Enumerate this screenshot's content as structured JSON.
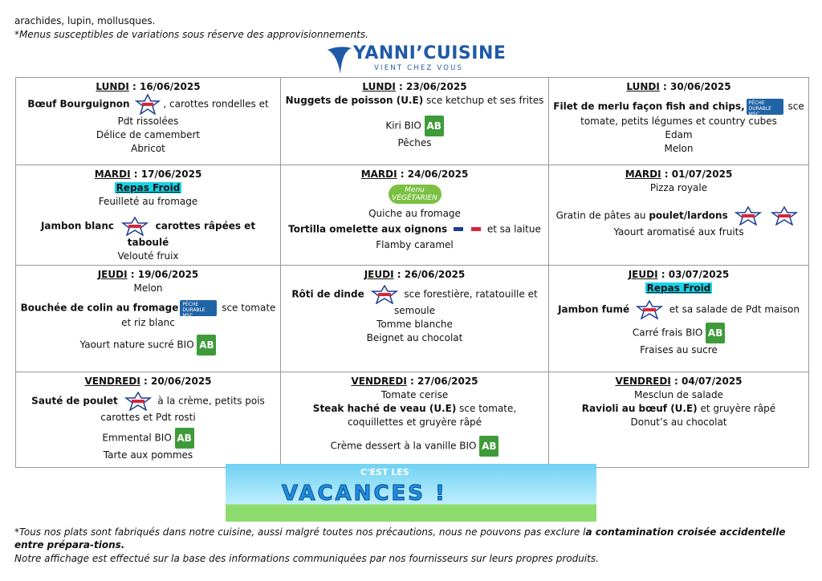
{
  "header": {
    "allergen_tail": "arachides, lupin, mollusques.",
    "variation_note": "*Menus susceptibles de variations sous réserve des approvisionnements."
  },
  "logo": {
    "brand": "YANNI’CUISINE",
    "tagline": "VIENT CHEZ VOUS"
  },
  "labels": {
    "bio": "AB",
    "msc": "PÊCHE DURABLE MSC",
    "veg": "Menu VÉGÉTARIEN"
  },
  "menu": {
    "lun1": {
      "day": "LUNDI",
      "date": " : 16/06/2025",
      "l1a": "Bœuf Bourguignon",
      "l1b": ", carottes rondelles et Pdt rissolées",
      "l2": "Délice de camembert",
      "l3": "Abricot"
    },
    "lun2": {
      "day": "LUNDI",
      "date": " : 23/06/2025",
      "l1a": "Nuggets de poisson (U.E)",
      "l1b": " sce ketchup et ses frites",
      "l2": "Kiri BIO",
      "l3": "Pêches"
    },
    "lun3": {
      "day": "LUNDI",
      "date": " : 30/06/2025",
      "l1a": "Filet de merlu façon fish and chips,",
      "l1b": " sce tomate, petits légumes et country cubes",
      "l2": "Edam",
      "l3": "Melon"
    },
    "mar1": {
      "day": "MARDI",
      "date": " : 17/06/2025",
      "hl": "Repas Froid",
      "l1": "Feuilleté au fromage",
      "l2a": "Jambon blanc",
      "l2b": "carottes râpées et taboulé",
      "l3": "Velouté fruix"
    },
    "mar2": {
      "day": "MARDI",
      "date": " : 24/06/2025",
      "l1": "Quiche au fromage",
      "l2a": "Tortilla omelette aux oignons",
      "l2b": " et sa laitue",
      "l3": "Flamby caramel"
    },
    "mar3": {
      "day": "MARDI",
      "date": " : 01/07/2025",
      "l1": "Pizza royale",
      "l2a": "Gratin de pâtes au ",
      "l2b": "poulet/lardons",
      "l3": "Yaourt aromatisé aux fruits"
    },
    "jeu1": {
      "day": "JEUDI",
      "date": " : 19/06/2025",
      "l1": "Melon",
      "l2a": "Bouchée de colin au fromage",
      "l2b": " sce tomate et riz blanc",
      "l3": "Yaourt nature sucré BIO"
    },
    "jeu2": {
      "day": "JEUDI",
      "date": " : 26/06/2025",
      "l1a": "Rôti de dinde",
      "l1b": " sce forestière, ratatouille et semoule",
      "l2": "Tomme blanche",
      "l3": "Beignet au chocolat"
    },
    "jeu3": {
      "day": "JEUDI",
      "date": " : 03/07/2025",
      "hl": "Repas Froid",
      "l1a": "Jambon fumé",
      "l1b": " et sa salade de Pdt maison",
      "l2": "Carré frais BIO",
      "l3": "Fraises au sucre"
    },
    "ven1": {
      "day": "VENDREDI",
      "date": " : 20/06/2025",
      "l1a": "Sauté de poulet",
      "l1b": " à la crème, petits pois carottes et Pdt rosti",
      "l2": "Emmental BIO",
      "l3": "Tarte aux pommes"
    },
    "ven2": {
      "day": "VENDREDI",
      "date": " : 27/06/2025",
      "l1": "Tomate cerise",
      "l2a": "Steak haché de veau (U.E)",
      "l2b": " sce tomate, coquillettes et gruyère râpé",
      "l3": "Crème dessert à la vanille BIO"
    },
    "ven3": {
      "day": "VENDREDI",
      "date": " : 04/07/2025",
      "l1": "Mesclun de salade",
      "l2a": "Ravioli au bœuf (U.E)",
      "l2b": " et gruyère râpé",
      "l3": "Donut’s au chocolat"
    }
  },
  "banner": {
    "small": "C'EST LES",
    "word": "VACANCES !"
  },
  "footer": {
    "line1a": "*Tous nos plats sont fabriqués dans notre cuisine, aussi malgré toutes nos précautions, nous ne pouvons pas exclure l",
    "line1b": "a contamination croisée accidentelle entre prépara-tions.",
    "line2": "Notre affichage est effectué sur la base des informations communiquées par nos fournisseurs sur leurs propres produits."
  }
}
